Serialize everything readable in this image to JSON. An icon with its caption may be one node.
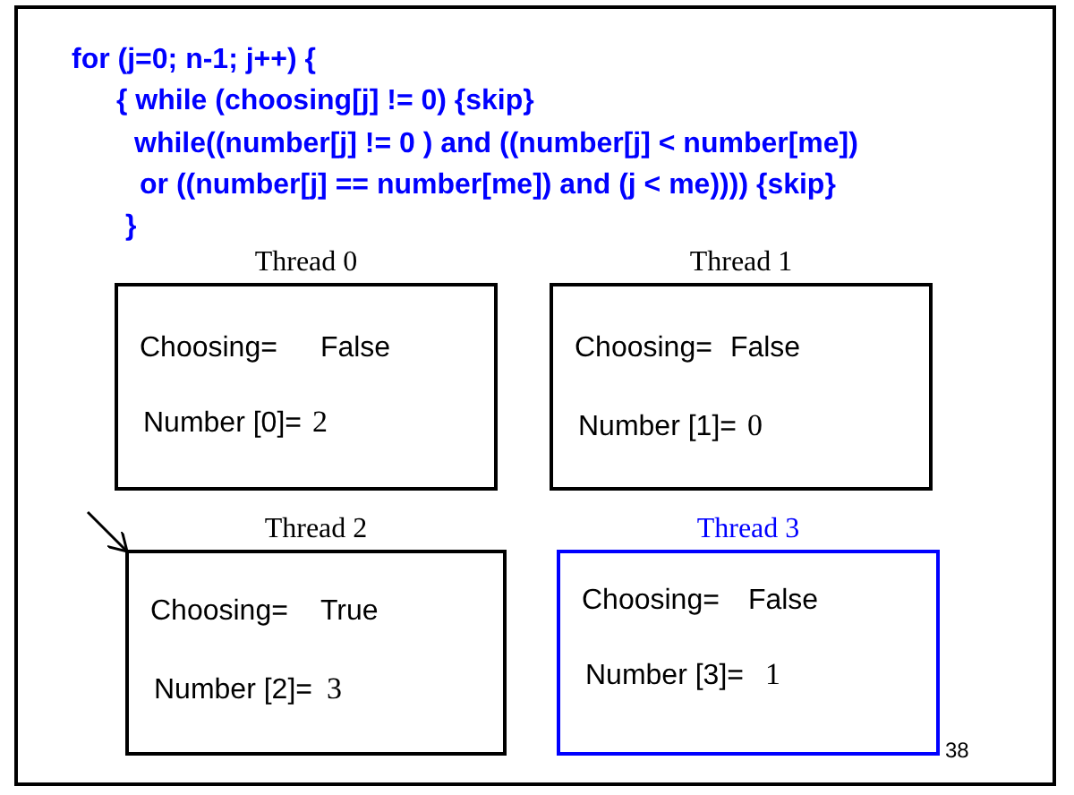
{
  "diagram": {
    "nodes": [
      {
        "text": [
          "Thread 0",
          "Choosing=",
          "False",
          "Number [0]=",
          "2"
        ]
      },
      {
        "text": [
          "Thread 1",
          "Choosing=",
          "False",
          "Number [1]=",
          "0"
        ]
      },
      {
        "text": [
          "Thread 2",
          "Choosing=",
          "True",
          "Number [2]=",
          "3"
        ]
      },
      {
        "text": [
          "Thread 3",
          "Choosing=",
          "False",
          "Number [3]=",
          "1"
        ]
      }
    ],
    "edges": [
      {
        "from": null,
        "to": 2,
        "arrow": "to"
      }
    ],
    "labels": [
      "for (j=0; n-1; j++) {",
      "{ while (choosing[j] != 0) {skip}",
      "while((number[j] != 0 ) and ((number[j] < number[me])",
      "or ((number[j] == number[me]) and (j < me)))) {skip}",
      "}",
      "38"
    ]
  }
}
